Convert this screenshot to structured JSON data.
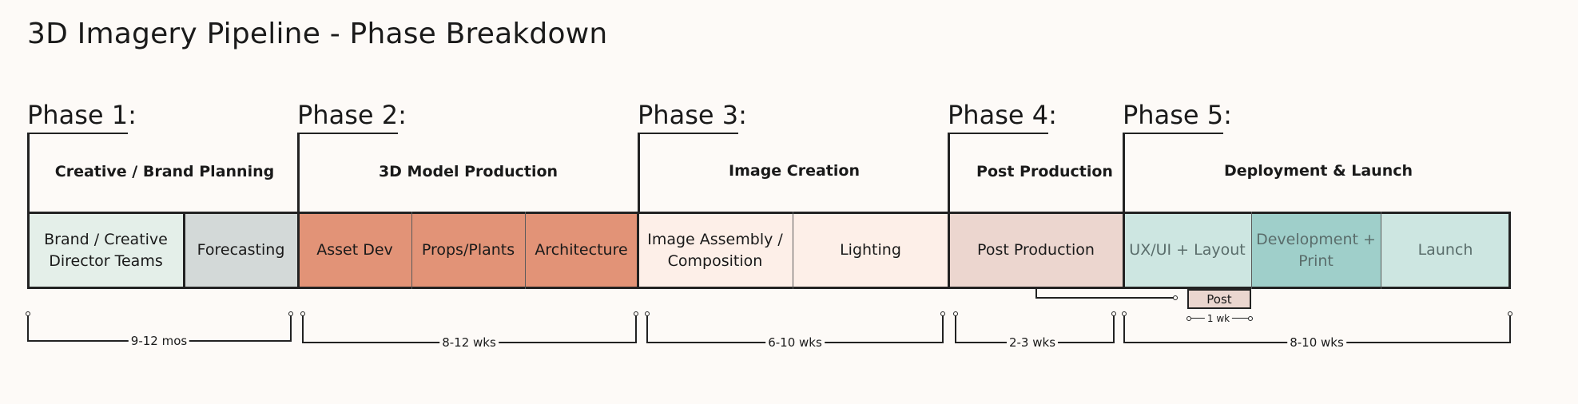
{
  "title": "3D Imagery Pipeline - Phase Breakdown",
  "phases": [
    {
      "label": "Phase 1:",
      "name": "Creative / Brand Planning",
      "duration": "9-12 mos",
      "tasks": [
        "Brand / Creative\nDirector Teams",
        "Forecasting"
      ]
    },
    {
      "label": "Phase 2:",
      "name": "3D Model Production",
      "duration": "8-12 wks",
      "tasks": [
        "Asset Dev",
        "Props/Plants",
        "Architecture"
      ]
    },
    {
      "label": "Phase 3:",
      "name": "Image Creation",
      "duration": "6-10 wks",
      "tasks": [
        "Image Assembly /\nComposition",
        "Lighting"
      ]
    },
    {
      "label": "Phase 4:",
      "name": "Post Production",
      "duration": "2-3 wks",
      "tasks": [
        "Post Production"
      ]
    },
    {
      "label": "Phase 5:",
      "name": "Deployment & Launch",
      "duration": "8-10 wks",
      "tasks": [
        "UX/UI + Layout",
        "Development +\nPrint",
        "Launch"
      ]
    }
  ],
  "post_branch": {
    "label": "Post",
    "duration": "1 wk"
  },
  "colors": {
    "background": "#fdfaf7",
    "brand_teams": "#e4efe9",
    "forecasting": "#d3d9d8",
    "phase2": "#e29377",
    "phase3": "#fdefe8",
    "phase4": "#ecd6cf",
    "phase5_light": "#cde6e1",
    "phase5_mid": "#9fcfca",
    "phase5_text": "#5a6d6b"
  }
}
